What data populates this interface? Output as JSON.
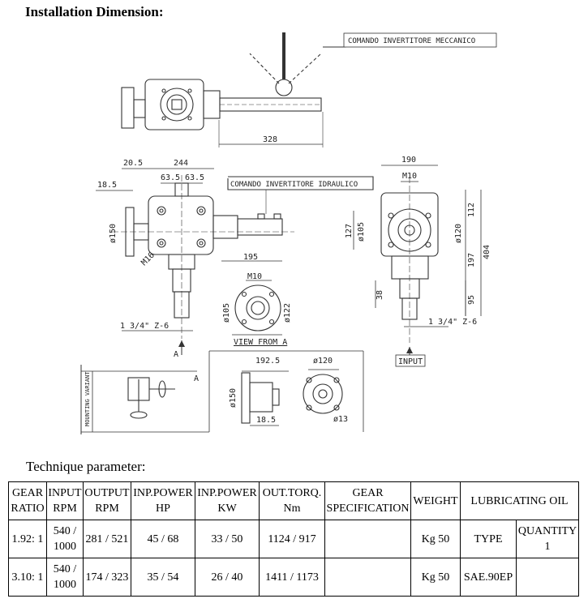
{
  "page": {
    "title": "Installation Dimension:",
    "subtitle": "Technique parameter:"
  },
  "drawing": {
    "labels": {
      "mech": "COMANDO INVERTITORE MECCANICO",
      "hydr": "COMANDO INVERTITORE IDRAULICO",
      "view": "VIEW FROM A",
      "input": "INPUT",
      "mounting": "MOUNTING VARIANT",
      "a": "A"
    },
    "dims": {
      "d328": "328",
      "d20_5": "20.5",
      "d244": "244",
      "d63_5a": "63.5",
      "d63_5b": "63.5",
      "d18_5": "18.5",
      "phi150": "ø150",
      "m16": "M16",
      "d195": "195",
      "m10a": "M10",
      "phi105a": "ø105",
      "phi122": "ø122",
      "spline_l": "1 3/4\" Z-6",
      "d190": "190",
      "m10b": "M10",
      "d127": "127",
      "phi105b": "ø105",
      "phi120a": "ø120",
      "d112": "112",
      "d197": "197",
      "d404": "404",
      "d38": "38",
      "d95": "95",
      "spline_r": "1 3/4\" Z-6",
      "d192_5": "192.5",
      "phi120b": "ø120",
      "phi150b": "ø150",
      "d18_5b": "18.5",
      "phi13": "ø13"
    }
  },
  "table": {
    "headers": [
      [
        "GEAR",
        "RATIO"
      ],
      [
        "INPUT",
        "RPM"
      ],
      [
        "OUTPUT",
        "RPM"
      ],
      [
        "INP.POWER",
        "HP"
      ],
      [
        "INP.POWER",
        "KW"
      ],
      [
        "OUT.TORQ.",
        "Nm"
      ],
      [
        "GEAR",
        "SPECIFICATION"
      ],
      [
        "WEIGHT"
      ],
      [
        "LUBRICATING OIL"
      ]
    ],
    "rows": [
      {
        "ratio": "1.92: 1",
        "input_rpm_a": "540 /",
        "input_rpm_b": "1000",
        "output_rpm": "281 / 521",
        "hp": "45 / 68",
        "kw": "33 / 50",
        "torque": "1124 / 917",
        "spec": "",
        "weight": "Kg 50",
        "oil_type": "TYPE",
        "oil_qty_a": "QUANTITY",
        "oil_qty_b": "1"
      },
      {
        "ratio": "3.10: 1",
        "input_rpm_a": "540 /",
        "input_rpm_b": "1000",
        "output_rpm": "174 / 323",
        "hp": "35 / 54",
        "kw": "26 / 40",
        "torque": "1411 / 1173",
        "spec": "",
        "weight": "Kg 50",
        "oil_type": "SAE.90EP",
        "oil_qty_a": "",
        "oil_qty_b": ""
      }
    ]
  }
}
